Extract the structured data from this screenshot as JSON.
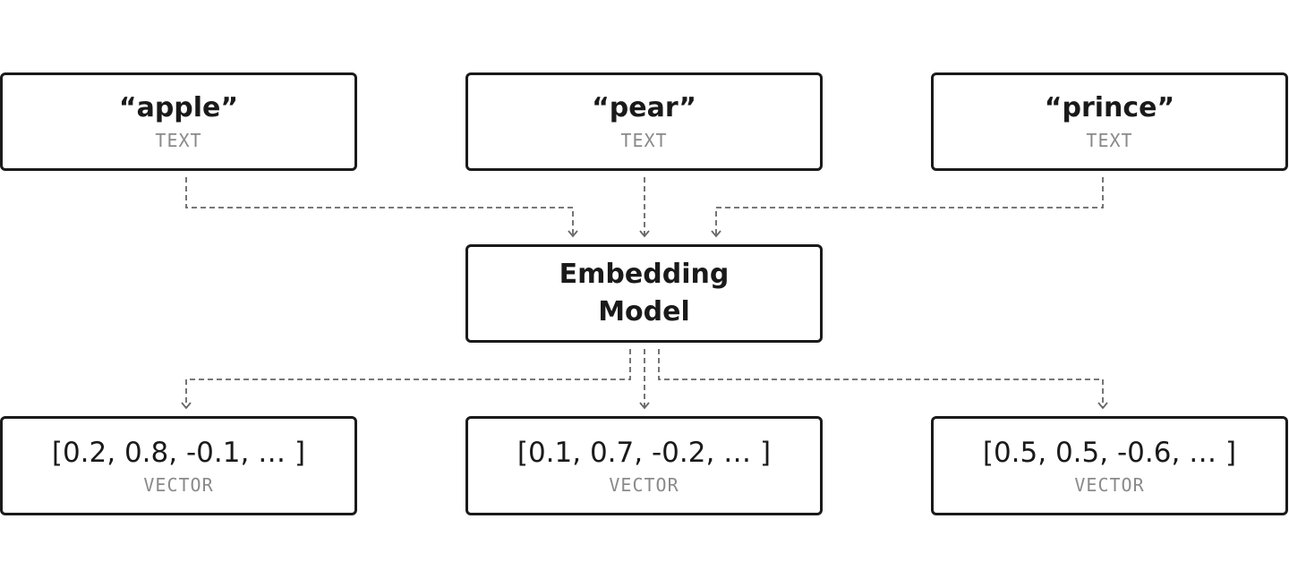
{
  "inputs": [
    {
      "label": "“apple”",
      "type": "TEXT"
    },
    {
      "label": "“pear”",
      "type": "TEXT"
    },
    {
      "label": "“prince”",
      "type": "TEXT"
    }
  ],
  "model": {
    "line1": "Embedding",
    "line2": "Model"
  },
  "outputs": [
    {
      "label": "[0.2, 0.8, -0.1, … ]",
      "type": "VECTOR"
    },
    {
      "label": "[0.1, 0.7, -0.2, … ]",
      "type": "VECTOR"
    },
    {
      "label": "[0.5, 0.5, -0.6, … ]",
      "type": "VECTOR"
    }
  ],
  "colors": {
    "border": "#1a1a1a",
    "connector": "#666666",
    "subtitle": "#8a8a8a"
  }
}
